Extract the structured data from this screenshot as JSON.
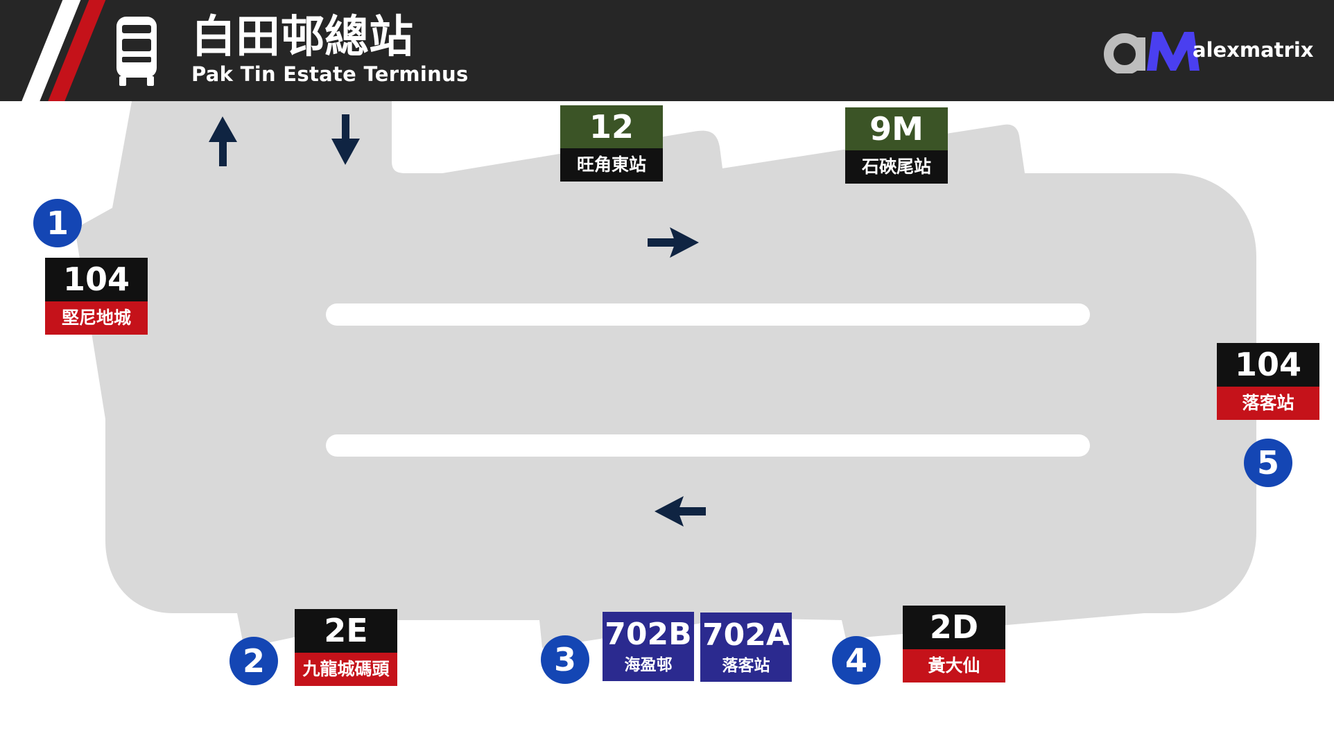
{
  "header": {
    "title_zh": "白田邨總站",
    "title_en": "Pak Tin Estate Terminus",
    "logo_text": "alexmatrix",
    "bus_icon": "bus-front-icon",
    "logo_icon": "alexmatrix-logo-icon"
  },
  "colors": {
    "header_bg": "#262626",
    "accent_red": "#c5121a",
    "ground": "#d9d9d9",
    "arrow": "#0f2442",
    "stop_marker": "#1446b4",
    "minibus_green": "#3b5426",
    "route_black": "#111111",
    "route_red": "#c5121a",
    "route_blue": "#2b2a8f"
  },
  "arrows": {
    "exit": "arrow-up-icon",
    "entry": "arrow-down-icon",
    "upper_lane": "arrow-right-icon",
    "lower_lane": "arrow-left-icon"
  },
  "stops": [
    {
      "number": "1"
    },
    {
      "number": "2"
    },
    {
      "number": "3"
    },
    {
      "number": "4"
    },
    {
      "number": "5"
    }
  ],
  "routes": {
    "minibus_12": {
      "number": "12",
      "destination": "旺角東站"
    },
    "minibus_9m": {
      "number": "9M",
      "destination": "石硤尾站"
    },
    "bus_104_stop1": {
      "number": "104",
      "destination": "堅尼地城"
    },
    "bus_104_stop5": {
      "number": "104",
      "destination": "落客站"
    },
    "bus_2e": {
      "number": "2E",
      "destination": "九龍城碼頭"
    },
    "bus_702b": {
      "number": "702B",
      "destination": "海盈邨"
    },
    "bus_702a": {
      "number": "702A",
      "destination": "落客站"
    },
    "bus_2d": {
      "number": "2D",
      "destination": "黃大仙"
    }
  }
}
